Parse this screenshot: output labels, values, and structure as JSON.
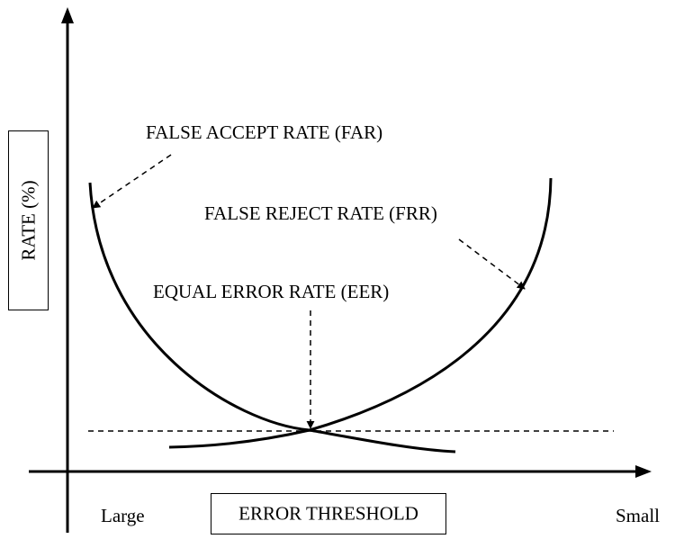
{
  "labels": {
    "far": "FALSE ACCEPT RATE (FAR)",
    "frr": "FALSE REJECT RATE (FRR)",
    "eer": "EQUAL ERROR RATE (EER)"
  },
  "axes": {
    "y_label": "RATE (%)",
    "x_label": "ERROR THRESHOLD",
    "x_left": "Large",
    "x_right": "Small"
  },
  "colors": {
    "line": "#000000",
    "background": "#ffffff"
  }
}
